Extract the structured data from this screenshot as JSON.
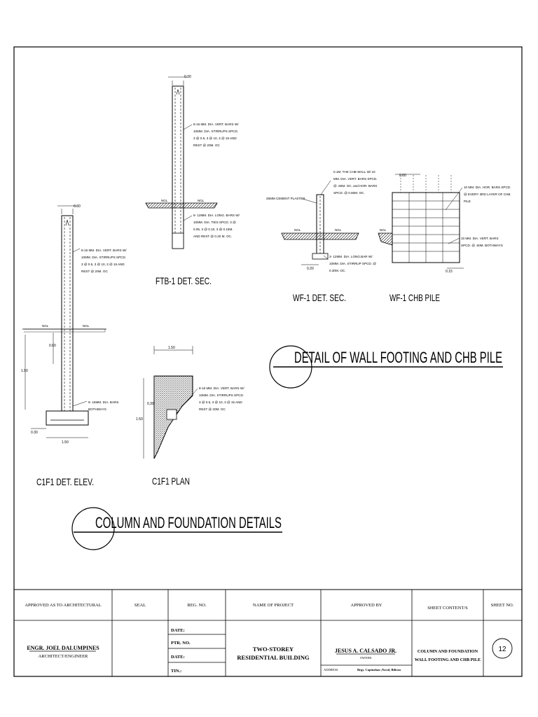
{
  "drawings": {
    "ftb1": {
      "title": "FTB-1 DET. SEC.",
      "dim_top": "0.30",
      "note_vert": [
        "8-16 MM. DIA. VERT. BARS W/",
        "10MM. DIA. STIRRUPS SPCD.",
        "3 @ 0.5, 3 @ 10, 3 @ 15 AND",
        "REST @ 20M. OC"
      ],
      "note_long": [
        "6- 12MM. DIA. LONG. BARS W/",
        "10MM. DIA. TIES SPCD. 3 @",
        "0.05, 3 @ 0.10, 3 @ 0.15M.",
        "AND REST @ 0.20 M. OC."
      ],
      "ngl_left": "NGL",
      "ngl_right": "NGL"
    },
    "c1f1_elev": {
      "title": "C1F1 DET. ELEV.",
      "dim_top": "0.30",
      "note_vert": [
        "8-16 MM. DIA. VERT. BARS W/",
        "10MM. DIA. STIRRUPS SPCD.",
        "3 @ 0.5, 3 @ 10, 3 @ 15 AND",
        "REST @ 20M. OC"
      ],
      "note_bars": [
        "9- 16MM. DIA. BARS",
        "BOTHWAYS"
      ],
      "dim_060": "0.60",
      "dim_150_v": "1.50",
      "dim_030": "0.30",
      "dim_150_h": "1.50",
      "ngl_left": "NGL",
      "ngl_right": "NGL"
    },
    "c1f1_plan": {
      "title": "C1F1 PLAN",
      "dim_top": "1.50",
      "dim_left": "1.50",
      "dim_030": "0.30",
      "note": [
        "8-16 MM. DIA. VERT. BARS W/",
        "10MM. DIA. STIRRUPS SPCD.",
        "3 @ 0.5, 3 @ 10, 3 @ 15 AND",
        "REST @ 20M. OC"
      ]
    },
    "wf1": {
      "title": "WF-1 DET. SEC.",
      "note_wall": [
        "0.1M. THK CHB WALL W/ 10",
        "MM. DIA. VERT. BARS SPCD.",
        "@ .60M. OC. and HOR. BARS",
        "SPCD. @ 0.60M. OC."
      ],
      "note_plaster": "25MM CEMENT PLASTER",
      "note_long": [
        "3- 12MM. DIA. LONG.BAR W/",
        "10MM. DIA. STIRRUP SPCD. @",
        "0.30M. OC."
      ],
      "dim_020": "0.20",
      "ngl_left": "NGL",
      "ngl_right": "NGL"
    },
    "chb": {
      "title": "WF-1 CHB PILE",
      "dim_top": "0.60",
      "note_hor": [
        "10 MM. DIA. HOR. BARS SPCD.",
        "@ EVERY 3RD LAYER OF CHB",
        "PILE"
      ],
      "note_vert": [
        "10 MM. DIA. VERT. BARS",
        "SPCD. @ .60M. BOTHWAYS"
      ],
      "dim_015": "0.15",
      "ngl": "NGL"
    },
    "section1": "DETAIL OF WALL FOOTING AND CHB PILE",
    "section2": "COLUMN AND FOUNDATION DETAILS"
  },
  "titleblock": {
    "headers": {
      "approved_arch": "APPROVED AS TO ARCHITECTURAL",
      "seal": "SEAL",
      "reg_no": "REG. NO.",
      "name_of_project": "NAME OF PROJECT",
      "approved_by": "APPROVED BY",
      "sheet_contents": "SHEET CONTENT/S",
      "sheet_no": "SHEET NO."
    },
    "engineer_name": "ENGR. JOEL DALUMPINES",
    "engineer_title": "ARCHITECT/ENGINEER",
    "reg_fields": [
      "DATE:",
      "PTR. NO.",
      "DATE:",
      "TIN.:"
    ],
    "project_line1": "TWO-STOREY",
    "project_line2": "RESIDENTIAL BUILDING",
    "owner_name": "JESUS A. CALSADO JR.",
    "owner_label": "OWNER",
    "address_label": "ADDRESS",
    "address_value": "Brgy. Capinahan ,Naval, Biliran",
    "contents_line1": "COLUMN AND FOUNDATION",
    "contents_line2": "WALL FOOTING AND CHB PILE",
    "sheet_number": "12"
  }
}
